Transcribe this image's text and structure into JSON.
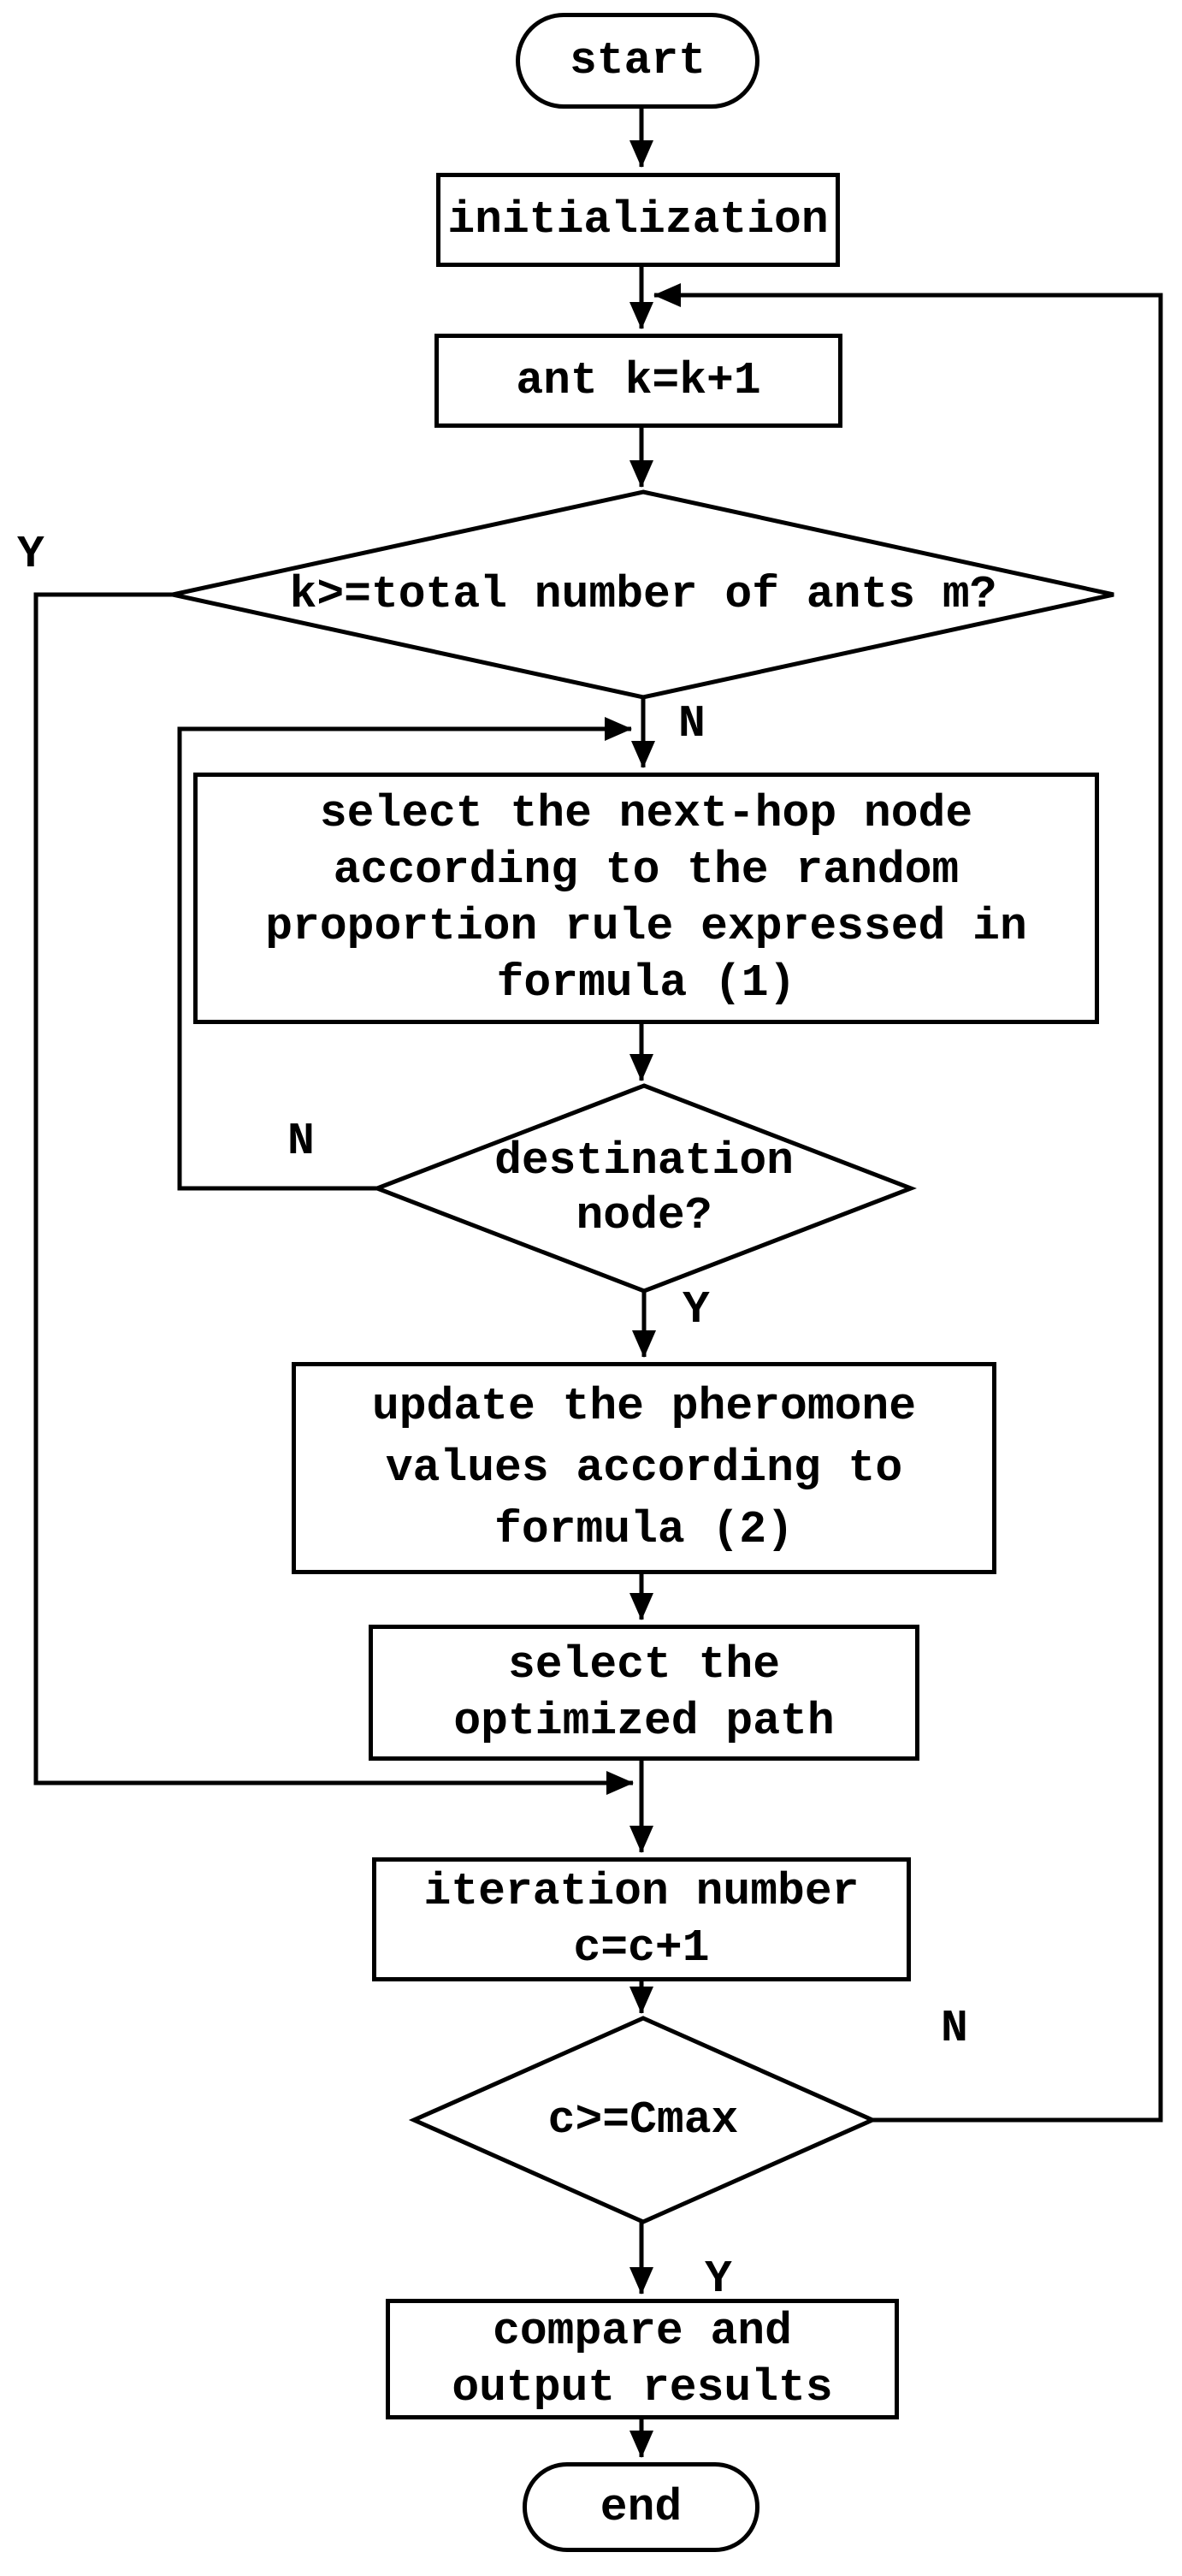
{
  "diagram": {
    "type": "flowchart",
    "description": "ant colony optimization routing algorithm flowchart",
    "colors": {
      "stroke": "#000000",
      "background": "#ffffff",
      "text": "#000000"
    },
    "nodes": [
      {
        "id": "start",
        "shape": "terminator",
        "label": "start"
      },
      {
        "id": "initialization",
        "shape": "process",
        "label": "initialization"
      },
      {
        "id": "ant-increment",
        "shape": "process",
        "label": "ant k=k+1"
      },
      {
        "id": "ants-check",
        "shape": "decision",
        "label": "k>=total number of ants m?"
      },
      {
        "id": "select-next-hop",
        "shape": "process",
        "label": "select the next-hop node\naccording to the random\nproportion rule expressed in\nformula (1)"
      },
      {
        "id": "destination-check",
        "shape": "decision",
        "label": "destination\nnode?"
      },
      {
        "id": "update-pheromone",
        "shape": "process",
        "label": "update the pheromone\nvalues according to\nformula (2)"
      },
      {
        "id": "select-path",
        "shape": "process",
        "label": "select the\noptimized path"
      },
      {
        "id": "iteration",
        "shape": "process",
        "label": "iteration number\nc=c+1"
      },
      {
        "id": "cmax-check",
        "shape": "decision",
        "label": "c>=Cmax"
      },
      {
        "id": "compare-output",
        "shape": "process",
        "label": "compare and\noutput results"
      },
      {
        "id": "end",
        "shape": "terminator",
        "label": "end"
      }
    ],
    "edge_labels": {
      "ants_yes": "Y",
      "ants_no": "N",
      "dest_no": "N",
      "dest_yes": "Y",
      "cmax_no": "N",
      "cmax_yes": "Y"
    }
  }
}
